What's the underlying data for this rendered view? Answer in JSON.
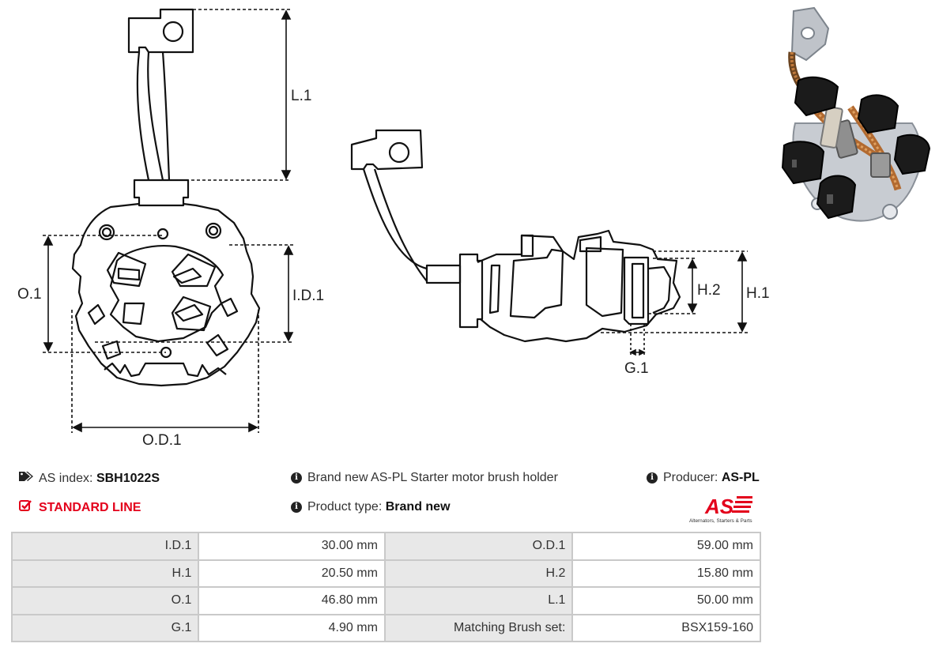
{
  "dimension_labels": {
    "l1": "L.1",
    "o1": "O.1",
    "id1": "I.D.1",
    "od1": "O.D.1",
    "h1": "H.1",
    "h2": "H.2",
    "g1": "G.1"
  },
  "info": {
    "as_index_label": "AS index:",
    "as_index_value": "SBH1022S",
    "standard_line": "STANDARD LINE",
    "description": "Brand new AS-PL Starter motor brush holder",
    "product_type_label": "Product type:",
    "product_type_value": "Brand new",
    "producer_label": "Producer:",
    "producer_value": "AS-PL"
  },
  "logo": {
    "mark": "AS",
    "tagline": "Alternators, Starters & Parts"
  },
  "specs": [
    {
      "label1": "I.D.1",
      "value1": "30.00 mm",
      "label2": "O.D.1",
      "value2": "59.00 mm"
    },
    {
      "label1": "H.1",
      "value1": "20.50 mm",
      "label2": "H.2",
      "value2": "15.80 mm"
    },
    {
      "label1": "O.1",
      "value1": "46.80 mm",
      "label2": "L.1",
      "value2": "50.00 mm"
    },
    {
      "label1": "G.1",
      "value1": "4.90 mm",
      "label2": "Matching Brush set:",
      "value2": "BSX159-160"
    }
  ],
  "colors": {
    "accent_red": "#e3001b",
    "table_label_bg": "#e8e8e8",
    "table_border": "#c9c9c9"
  },
  "icons": [
    "tags-icon",
    "check-square-icon",
    "info-circle-icon"
  ]
}
